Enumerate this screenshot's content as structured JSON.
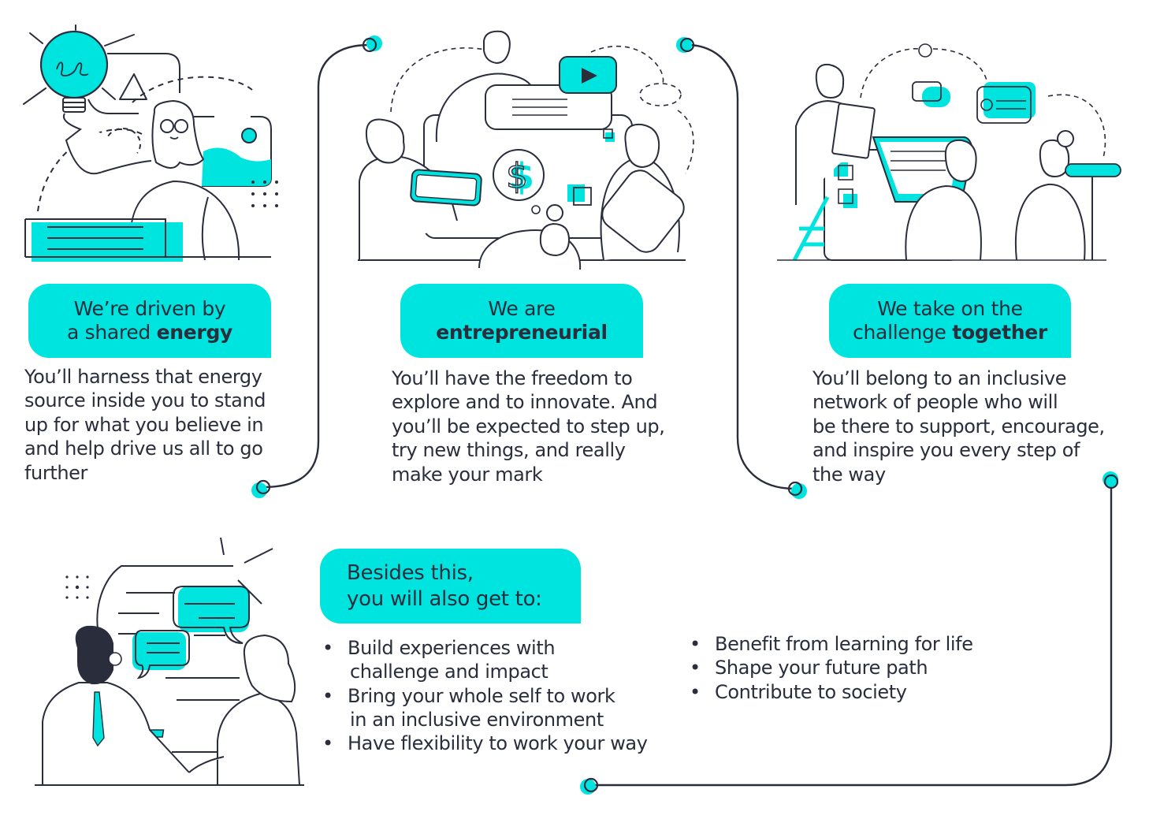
{
  "colors": {
    "accent": "#00e4e0",
    "ink": "#2a2d3c",
    "background": "#ffffff"
  },
  "values": [
    {
      "id": "energy",
      "illustration": "woman-holding-lightbulb-illustration",
      "heading_line1": "We’re driven by",
      "heading_line2_regular": "a shared ",
      "heading_line2_bold": "energy",
      "body_lines": [
        "You’ll harness that energy",
        "source inside you to stand",
        "up for what you believe in",
        "and help drive us all to go",
        "further"
      ]
    },
    {
      "id": "entrepreneurial",
      "illustration": "team-brainstorming-illustration",
      "heading_line1": "We are",
      "heading_line2_regular": "",
      "heading_line2_bold": "entrepreneurial",
      "body_lines": [
        "You’ll have the freedom to",
        "explore and to innovate. And",
        "you’ll be expected to step up,",
        "try new things, and really",
        "make your mark"
      ]
    },
    {
      "id": "together",
      "illustration": "team-collaborating-on-board-illustration",
      "heading_line1": "We take on the",
      "heading_line2_regular": "challenge ",
      "heading_line2_bold": "together",
      "body_lines": [
        "You’ll belong to an inclusive",
        "network of people who will",
        "be there to support, encourage,",
        "and inspire you every step of",
        "the way"
      ]
    }
  ],
  "benefits": {
    "illustration": "handshake-conversation-illustration",
    "heading_line1": "Besides this,",
    "heading_line2": "you will also get to:",
    "left_items": [
      {
        "line1": "Build experiences with",
        "line2": "challenge and impact"
      },
      {
        "line1": "Bring your whole self to work",
        "line2": "in an inclusive environment"
      },
      {
        "line1": "Have flexibility to work your way",
        "line2": ""
      }
    ],
    "right_items": [
      "Benefit from learning for life",
      "Shape your future path",
      "Contribute to society"
    ]
  }
}
